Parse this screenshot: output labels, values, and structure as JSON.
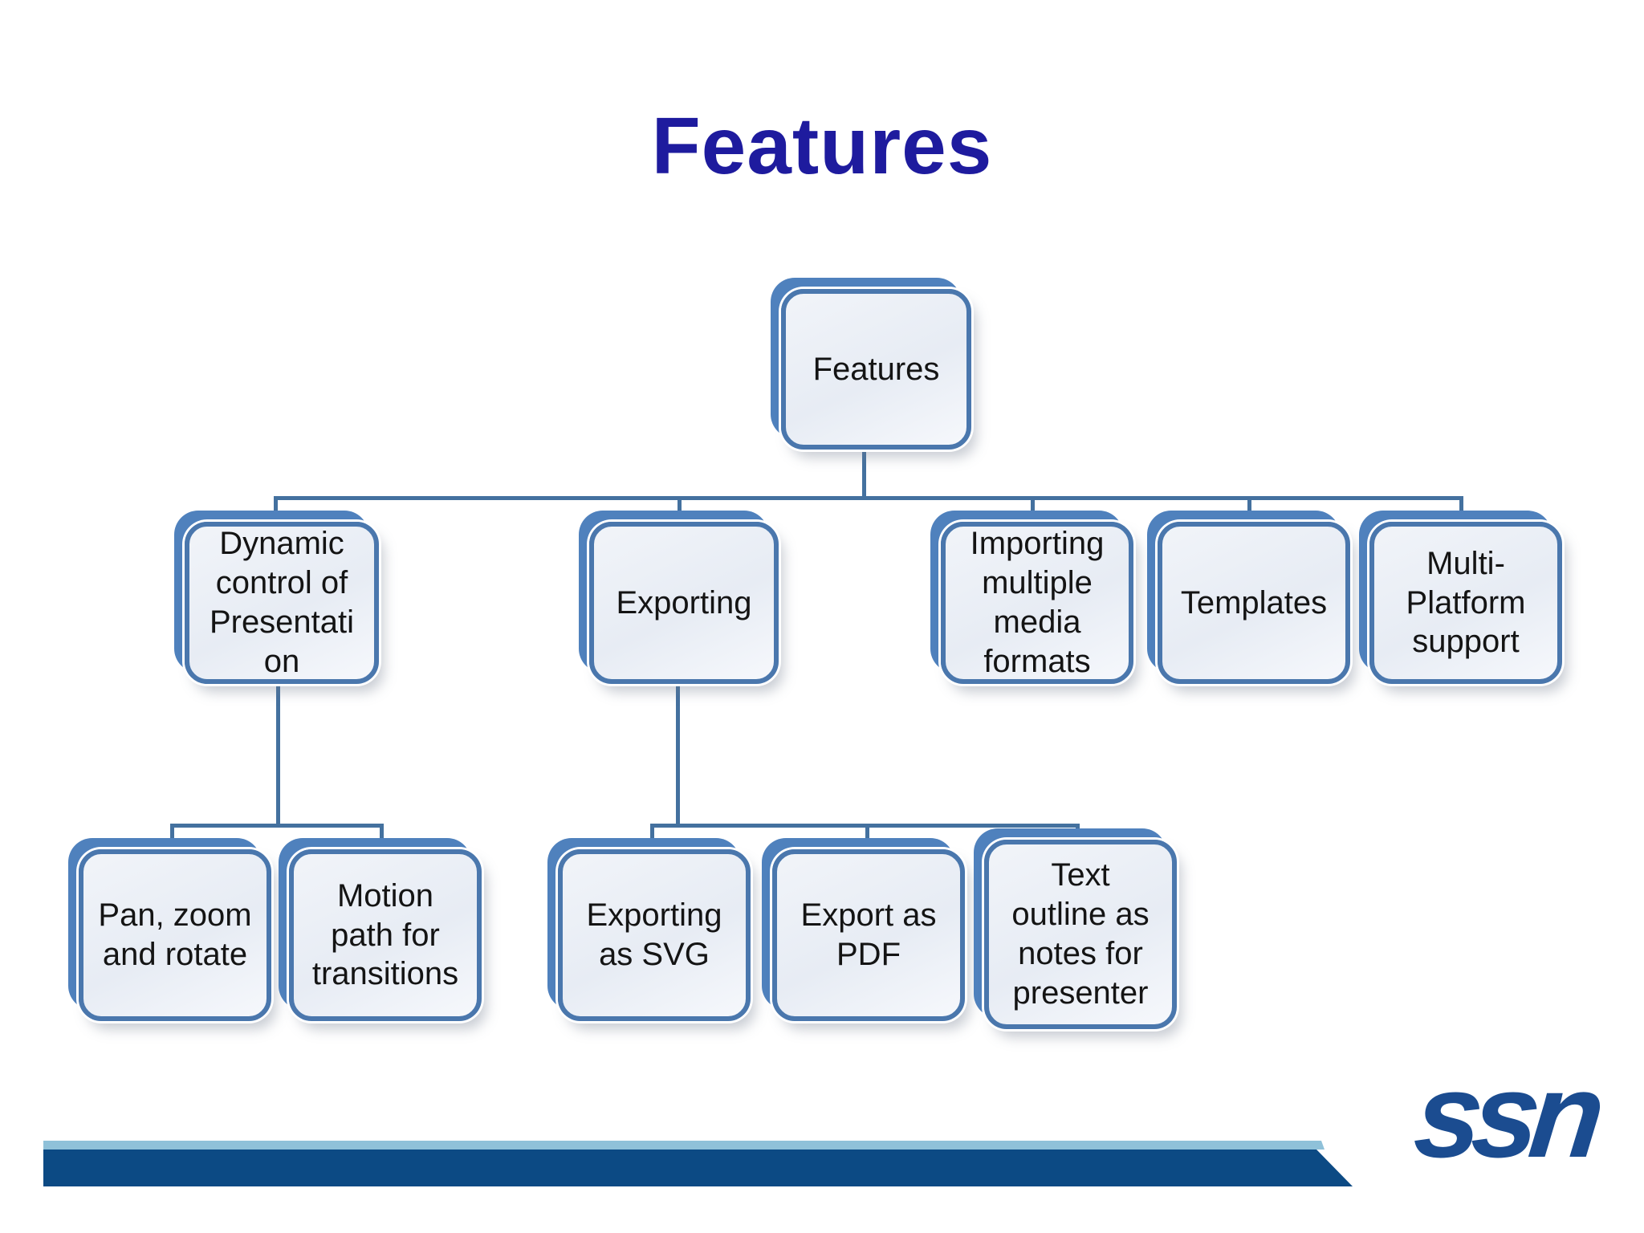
{
  "title": {
    "text": "Features",
    "color": "#1e1b9e"
  },
  "diagram": {
    "nodes": {
      "root": {
        "label": "Features"
      },
      "dynamic": {
        "label": "Dynamic\ncontrol of\nPresentati\non"
      },
      "exporting": {
        "label": "Exporting"
      },
      "importing": {
        "label": "Importing\nmultiple\nmedia\nformats"
      },
      "templates": {
        "label": "Templates"
      },
      "multi_platform": {
        "label": "Multi-\nPlatform\nsupport"
      },
      "pan_zoom": {
        "label": "Pan, zoom\nand rotate"
      },
      "motion_path": {
        "label": "Motion\npath for\ntransitions"
      },
      "export_svg": {
        "label": "Exporting\nas SVG"
      },
      "export_pdf": {
        "label": "Export as\nPDF"
      },
      "text_outline": {
        "label": "Text\noutline as\nnotes for\npresenter"
      }
    },
    "hierarchy": {
      "Features": {
        "Dynamic control of Presentation": [
          "Pan, zoom and rotate",
          "Motion path for transitions"
        ],
        "Exporting": [
          "Exporting as SVG",
          "Export as PDF",
          "Text outline as notes for presenter"
        ],
        "Importing multiple media formats": [],
        "Templates": [],
        "Multi-Platform support": []
      }
    },
    "colors": {
      "node_border": "#4a77ad",
      "node_backdrop": "#4f81bd",
      "node_fill": "#ecf0f7",
      "connector": "#44719f",
      "node_text": "#141414"
    }
  },
  "footer": {
    "logo_text": "ssn",
    "logo_color": "#1b4c90",
    "bar_color": "#0c4a84",
    "bar_accent_color": "#8fc1d9"
  }
}
